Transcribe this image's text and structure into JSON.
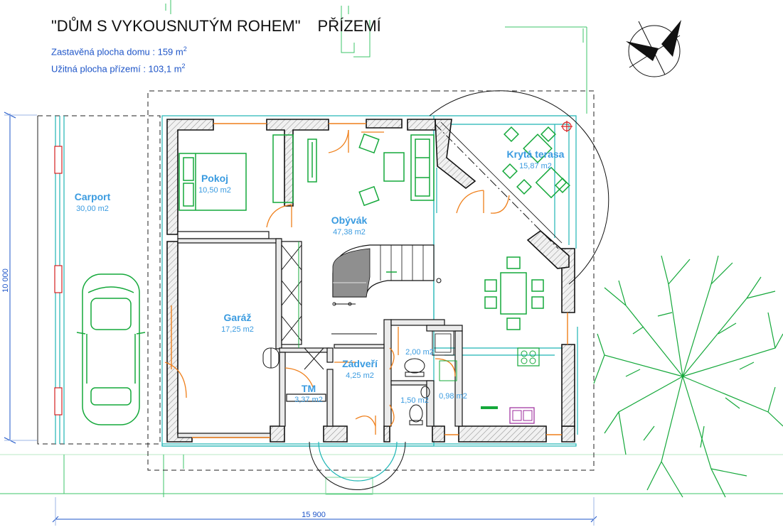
{
  "title": {
    "main": "\"DŮM S VYKOUSNUTÝM ROHEM\"",
    "sub": "PŘÍZEMÍ"
  },
  "info": {
    "built_label": "Zastavěná  plocha domu :  159 m",
    "built_sup": "2",
    "usable_label": "Užitná plocha přízemí : 103,1 m",
    "usable_sup": "2"
  },
  "rooms": {
    "carport": {
      "name": "Carport",
      "area": "30,00 m2"
    },
    "pokoj": {
      "name": "Pokoj",
      "area": "10,50 m2"
    },
    "obyvak": {
      "name": "Obývák",
      "area": "47,38 m2"
    },
    "terasa": {
      "name": "Krytá terasa",
      "area": "15,87 m2"
    },
    "garaz": {
      "name": "Garáž",
      "area": "17,25 m2"
    },
    "zadveri": {
      "name": "Zádveří",
      "area": "4,25 m2"
    },
    "tm": {
      "name": "TM",
      "area": "3,37 m2"
    },
    "koupelna": {
      "area": "2,00 m2"
    },
    "wc": {
      "area": "1,50 m2"
    },
    "spiz": {
      "area": "0,98 m2"
    }
  },
  "dimensions": {
    "width": "15 900",
    "height": "10 000"
  },
  "colors": {
    "wall": "#111111",
    "room_label": "#3a9be0",
    "info_text": "#1e55c8",
    "door": "#ef7f1a",
    "furniture": "#14a83a",
    "window": "#1fb5b5",
    "appliance": "#9b2a9b",
    "marker": "#d42020"
  }
}
